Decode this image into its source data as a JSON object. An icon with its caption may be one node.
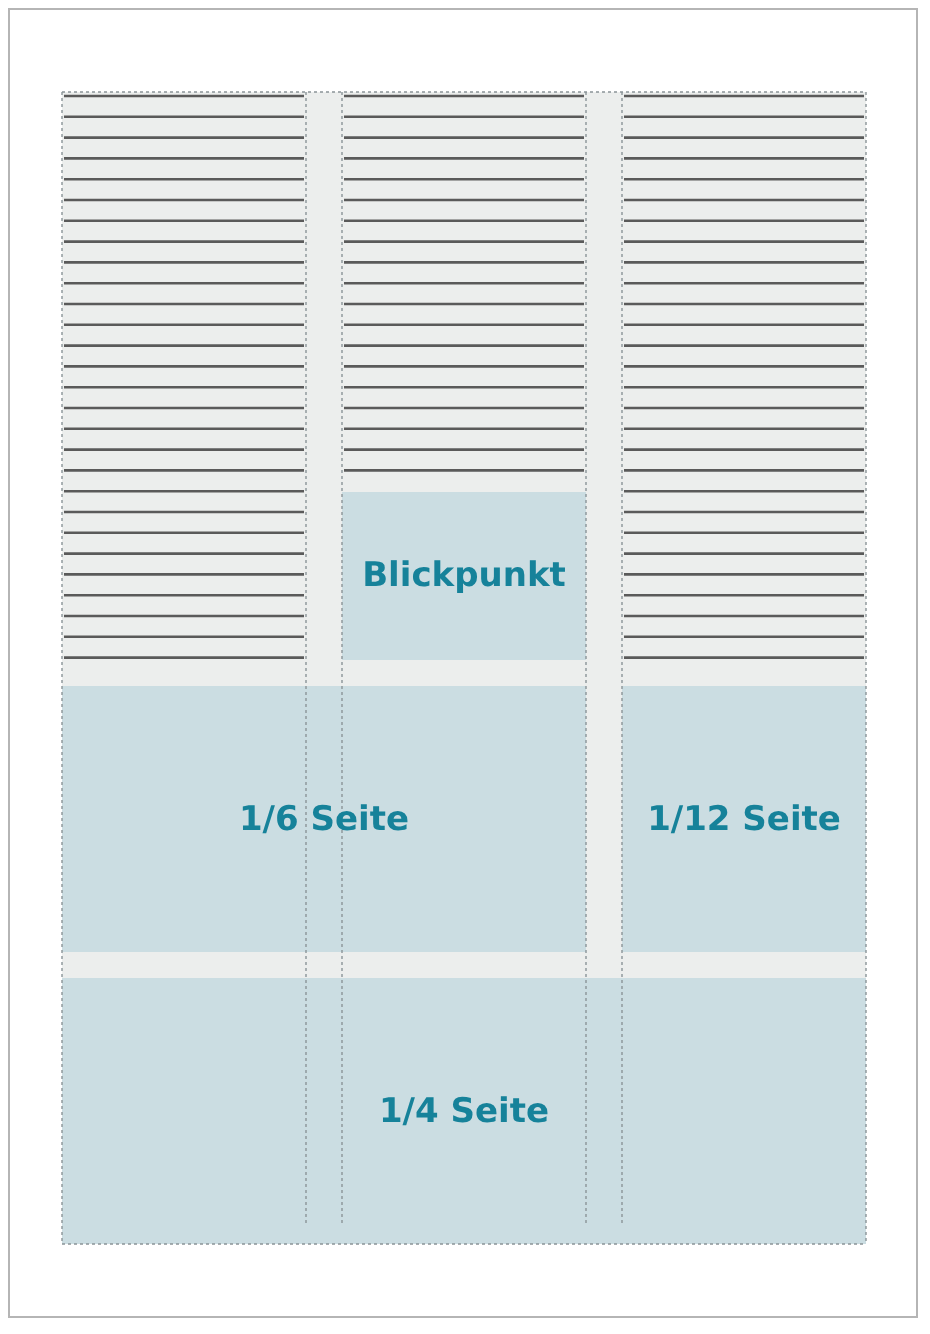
{
  "diagram": {
    "nodes": [
      {
        "text": [
          "Blickpunkt"
        ]
      },
      {
        "text": [
          "1/6 Seite"
        ]
      },
      {
        "text": [
          "1/12 Seite"
        ]
      },
      {
        "text": [
          "1/4 Seite"
        ]
      }
    ]
  }
}
